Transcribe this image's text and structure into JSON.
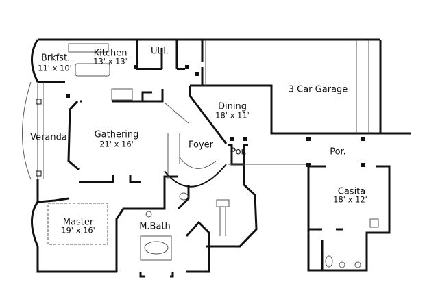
{
  "rooms": {
    "brkfst": {
      "name": "Brkfst.",
      "size": "11' x 10'"
    },
    "kitchen": {
      "name": "Kitchen",
      "size": "13' x 13'"
    },
    "util": {
      "name": "Util."
    },
    "garage": {
      "name": "3 Car Garage"
    },
    "dining": {
      "name": "Dining",
      "size": "18' x 11'"
    },
    "veranda": {
      "name": "Veranda"
    },
    "gathering": {
      "name": "Gathering",
      "size": "21' x 16'"
    },
    "foyer": {
      "name": "Foyer"
    },
    "porch1": {
      "name": "Por."
    },
    "porch2": {
      "name": "Por."
    },
    "casita": {
      "name": "Casita",
      "size": "18' x 12'"
    },
    "master": {
      "name": "Master",
      "size": "19' x 16'"
    },
    "mbath": {
      "name": "M.Bath"
    }
  }
}
